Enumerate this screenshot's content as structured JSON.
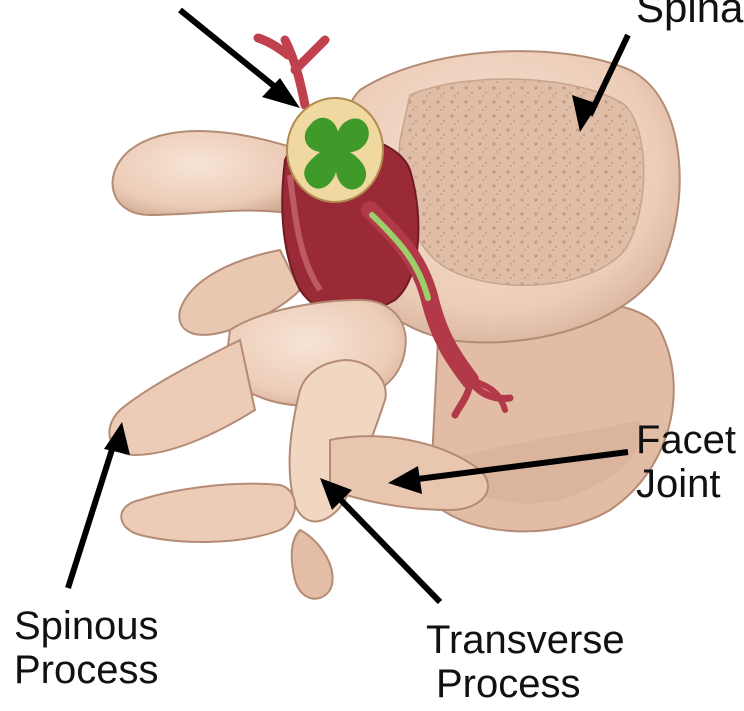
{
  "labels": {
    "top_partial": "Spina",
    "facet": [
      "Facet",
      "Joint"
    ],
    "spinous": [
      "Spinous",
      "Process"
    ],
    "transverse": [
      "Transverse",
      "Process"
    ]
  },
  "colors": {
    "bone_light": "#f3d9c6",
    "bone_mid": "#e6c2ab",
    "bone_shadow": "#b99580",
    "cancellous": "#dcb9a1",
    "cord_outer": "#efd9a0",
    "cord_green": "#3f9a2a",
    "dura_red": "#9a2a35",
    "nerve_red": "#b23a48",
    "arrow": "#000000"
  }
}
